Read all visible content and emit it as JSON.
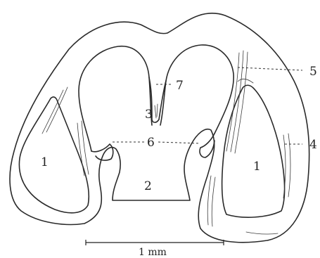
{
  "figure": {
    "region_labels": {
      "one_left": "1",
      "one_right": "1",
      "two": "2",
      "three": "3"
    },
    "callout_labels": {
      "four": "4",
      "five": "5",
      "six": "6",
      "seven": "7"
    },
    "scale_bar": {
      "label": "1 mm"
    }
  }
}
